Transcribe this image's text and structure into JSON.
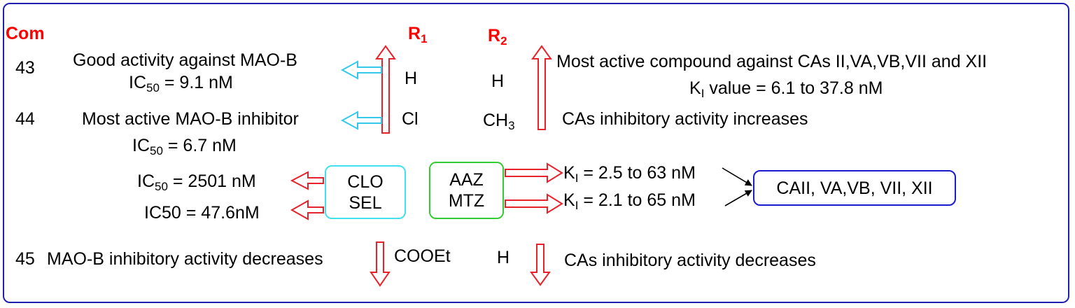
{
  "headers": {
    "com": "Com",
    "r1_base": "R",
    "r1_sub": "1",
    "r2_base": "R",
    "r2_sub": "2"
  },
  "rows": [
    {
      "id": "43",
      "mao_line1": "Good activity against MAO-B",
      "mao_ic_base": "IC",
      "mao_ic_sub": "50",
      "mao_ic_value": " = 9.1 nM",
      "r1": "H",
      "r2": "H",
      "ca_line1": "Most active compound against CAs II,VA,VB,VII and XII",
      "ca_ki_base": "K",
      "ca_ki_sub": "I",
      "ca_ki_value": " value = 6.1 to 37.8 nM"
    },
    {
      "id": "44",
      "mao_line1": "Most active MAO-B inhibitor",
      "mao_ic_base": "IC",
      "mao_ic_sub": "50",
      "mao_ic_value": " = 6.7 nM",
      "r1": "Cl",
      "r2_base": "CH",
      "r2_sub": "3",
      "ca_line1": "CAs inhibitory activity increases"
    },
    {
      "id": "45",
      "mao_line1": "MAO-B inhibitory activity decreases",
      "r1": "COOEt",
      "r2": "H",
      "ca_line1": "CAs inhibitory activity decreases"
    }
  ],
  "references": {
    "mao_box": [
      "CLO",
      "SEL"
    ],
    "mao_values": [
      {
        "base": "IC",
        "sub": "50",
        "value": " = 2501 nM"
      },
      {
        "text": "IC50 = 47.6nM"
      }
    ],
    "ca_box": [
      "AAZ",
      "MTZ"
    ],
    "ca_values": [
      {
        "base": "K",
        "sub": "I",
        "value": " = 2.5 to 63 nM"
      },
      {
        "base": "K",
        "sub": "I",
        "value": " = 2.1 to 65 nM"
      }
    ],
    "target_box": "CAII, VA,VB, VII, XII"
  },
  "colors": {
    "frame": "#2020b0",
    "headers": "#ff0000",
    "red_arrow": "#e8222b",
    "cyan_arrow": "#35c8e8",
    "mao_box_border": "#40e0f0",
    "ca_box_border": "#33cc33",
    "target_box_border": "#1a1ad0"
  }
}
